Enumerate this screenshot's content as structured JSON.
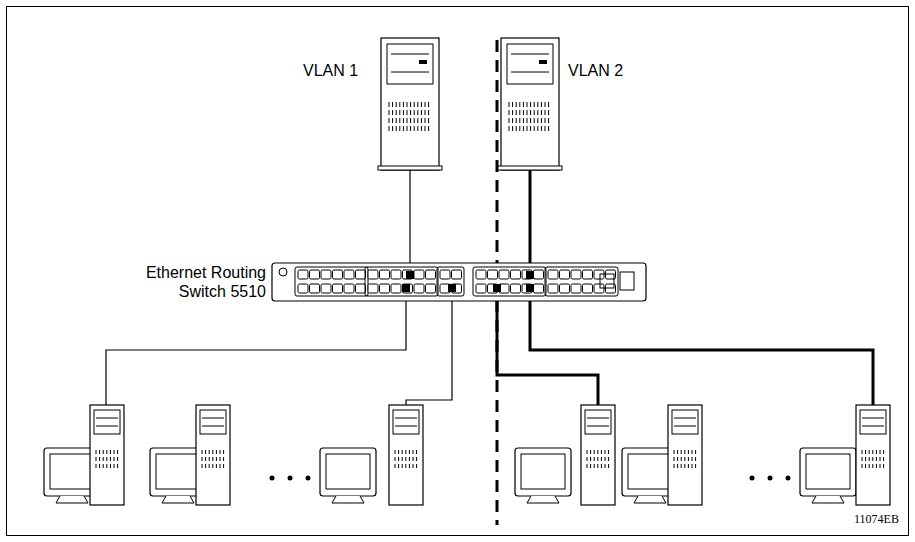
{
  "diagram": {
    "nodes": [
      {
        "text": [
          "Ethernet Routing Switch 5510"
        ]
      }
    ],
    "labels": [
      "VLAN 1",
      "VLAN 2",
      "11074EB"
    ]
  }
}
